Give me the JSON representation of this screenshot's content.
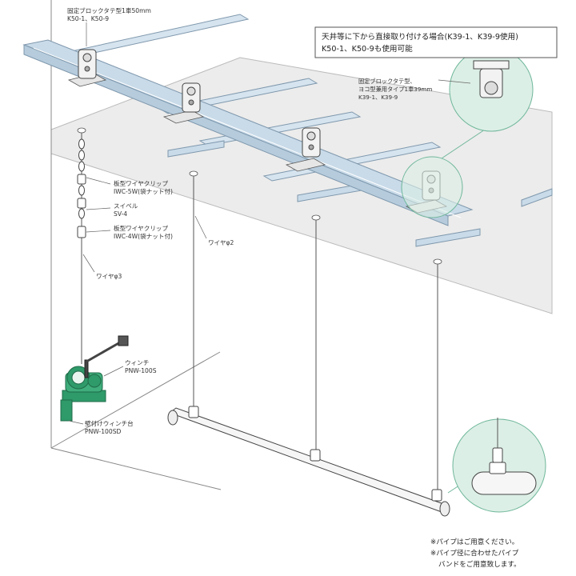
{
  "labels": {
    "block_top_model": "固定ブロックタテ型1車50mm",
    "block_top_code": "K50-1、K50-9",
    "block_side_model": "固定ブロックタテ型、",
    "block_side_type": "ヨコ型兼用タイプ1車39mm",
    "block_side_code": "K39-1、K39-9",
    "clip_top_name": "板型ワイヤクリップ",
    "clip_top_code": "IWC-5W(袋ナット付)",
    "swivel_name": "スイベル",
    "swivel_code": "SV-4",
    "clip_bottom_name": "板型ワイヤクリップ",
    "clip_bottom_code": "IWC-4W(袋ナット付)",
    "wire3": "ワイヤφ3",
    "wire2": "ワイヤφ2",
    "winch_name": "ウィンチ",
    "winch_code": "PNW-100S",
    "winch_base_name": "壁付けウィンチ台",
    "winch_base_code": "PNW-100SD"
  },
  "note": {
    "line1": "天井等に下から直接取り付ける場合(K39-1、K39-9使用)",
    "line2": "K50-1、K50-9も使用可能"
  },
  "footnotes": {
    "line1": "※パイプはご用意ください。",
    "line2": "※パイプ径に合わせたパイプ",
    "line3": "バンドをご用意致します。"
  },
  "colors": {
    "rail": "#c9dbe9",
    "rail_edge": "#7f98ad",
    "ceiling": "#ececec",
    "callout": "#dcefe6",
    "winch": "#2f9a6a"
  }
}
